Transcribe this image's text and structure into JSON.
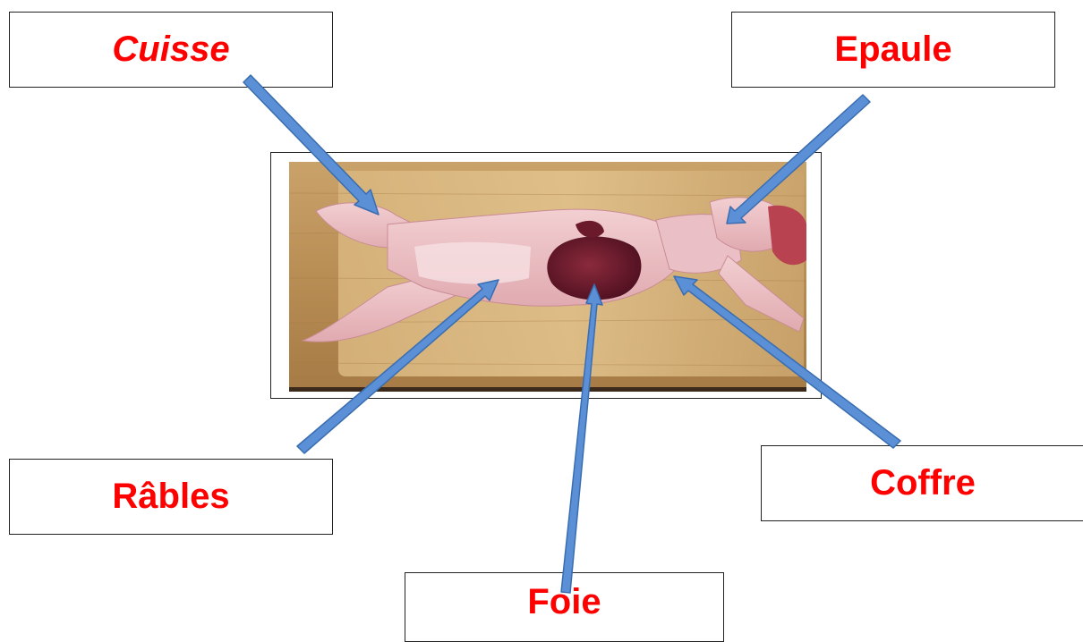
{
  "labels": {
    "cuisse": "Cuisse",
    "epaule": "Epaule",
    "rables": "Râbles",
    "coffre": "Coffre",
    "foie": "Foie"
  },
  "colors": {
    "label_text": "#ff0000",
    "arrow_fill": "#5b8fd6",
    "arrow_stroke": "#3a6db0"
  }
}
